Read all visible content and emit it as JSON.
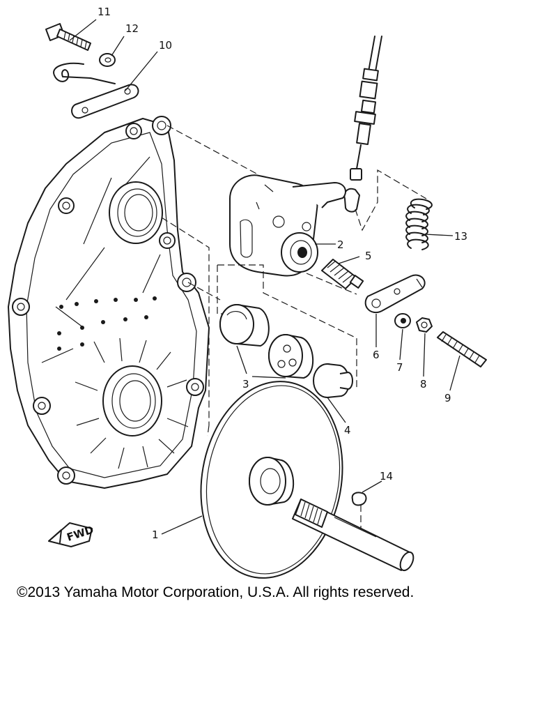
{
  "callouts": {
    "c1": "1",
    "c2": "2",
    "c3": "3",
    "c4": "4",
    "c5": "5",
    "c6": "6",
    "c7": "7",
    "c8": "8",
    "c9": "9",
    "c10": "10",
    "c11": "11",
    "c12": "12",
    "c13": "13",
    "c14": "14"
  },
  "fwd_label": "FWD",
  "copyright": "©2013 Yamaha Motor Corporation, U.S.A. All rights reserved."
}
